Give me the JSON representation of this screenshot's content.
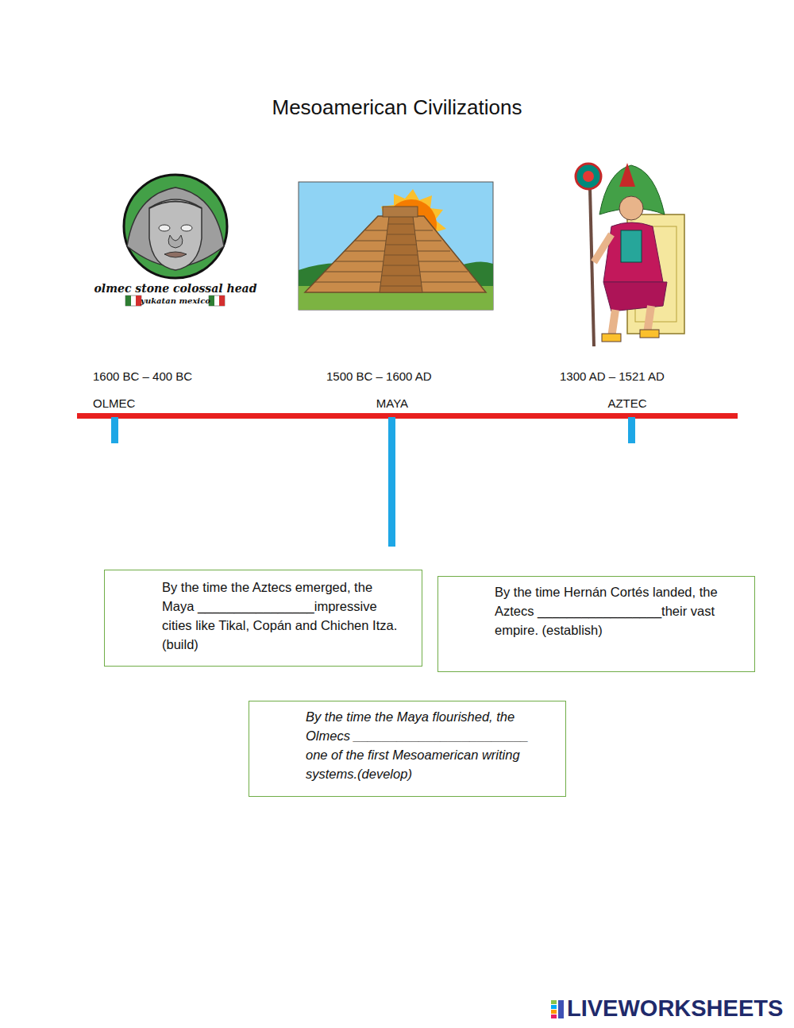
{
  "diagram": {
    "title": "Mesoamerican Civilizations",
    "nodes": [
      {
        "text": [
          "By the time the Aztecs emerged, the Maya ________________impressive cities like Tikal, Copán and Chichen Itza. (build)"
        ]
      },
      {
        "text": [
          "By the time Hernán Cortés landed, the Aztecs _________________their vast empire. (establish)"
        ]
      },
      {
        "text": [
          "By the time the Maya flourished, the Olmecs ________________________ one of the first Mesoamerican writing systems.(develop)"
        ]
      }
    ],
    "labels": [
      "olmec stone colossal head",
      "yukatan mexico",
      "1600 BC – 400 BC",
      "1500 BC – 1600 AD",
      "1300 AD – 1521 AD",
      "OLMEC",
      "MAYA",
      "AZTEC",
      "LIVEWORKSHEETS"
    ]
  }
}
